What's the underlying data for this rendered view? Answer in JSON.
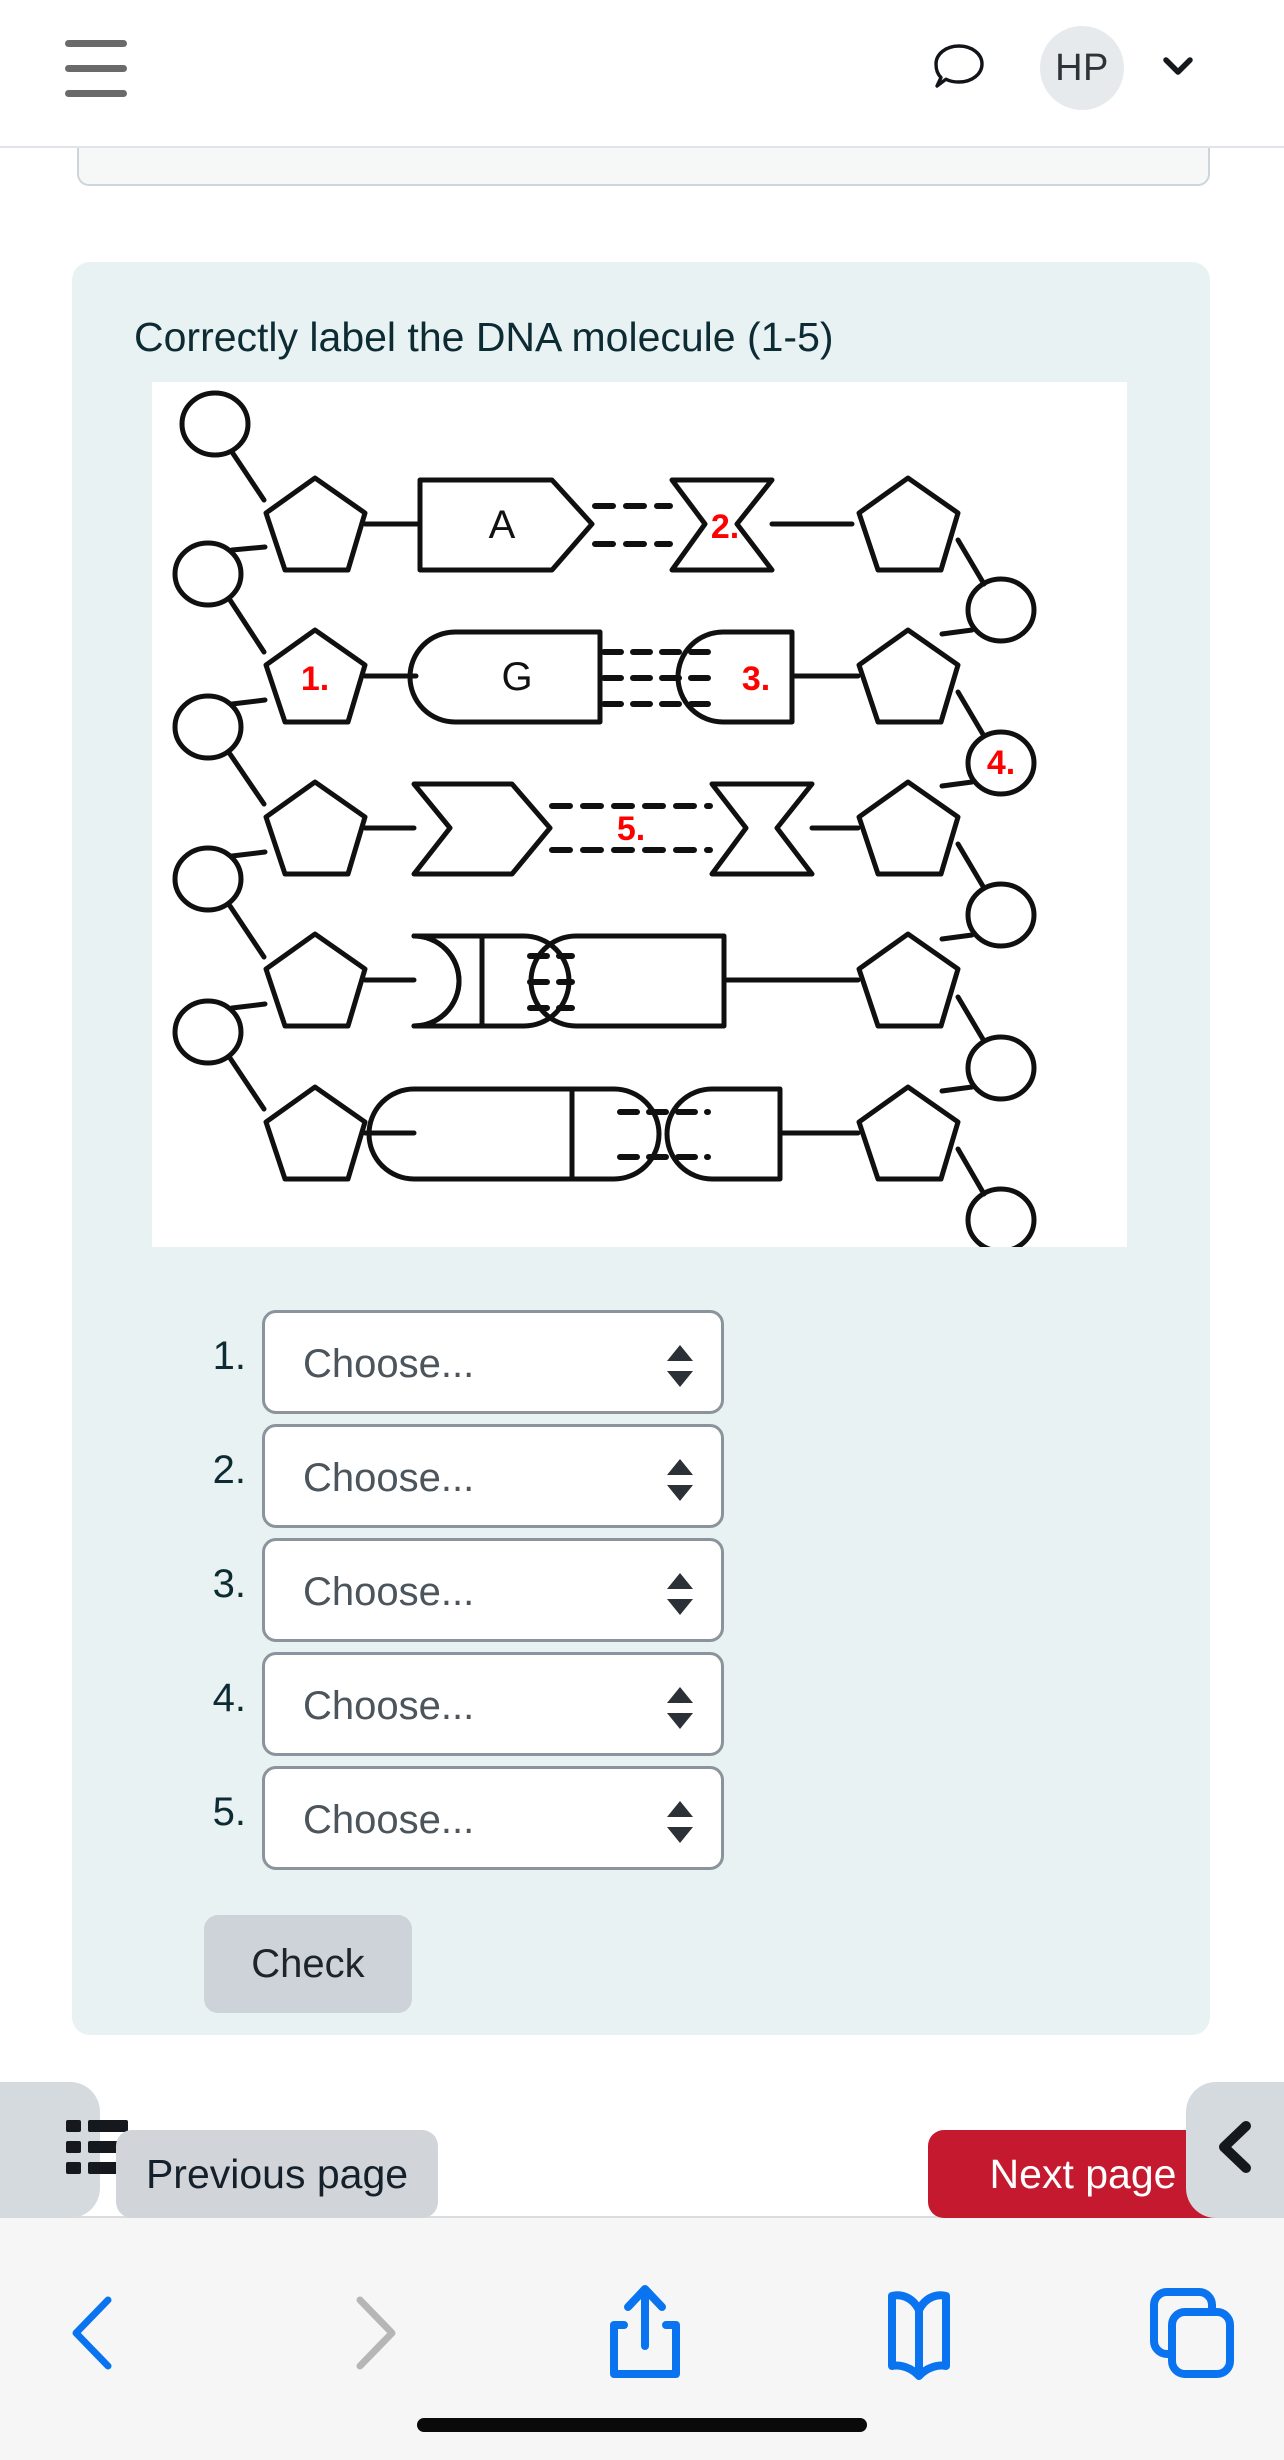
{
  "header": {
    "menu_icon": "hamburger-menu-icon",
    "chat_icon": "chat-bubble-icon",
    "avatar_initials": "HP",
    "account_chevron_icon": "chevron-down-icon"
  },
  "question": {
    "title": "Correctly label the DNA molecule (1-5)",
    "card_bg": "#e8f2f3"
  },
  "diagram": {
    "caption": "DNA molecule double helix ladder diagram",
    "label_color": "#ff0000",
    "bases_shown": [
      "A",
      "G"
    ],
    "markers": [
      {
        "id": "1.",
        "attached_to": "deoxyribose-sugar-pentagon"
      },
      {
        "id": "2.",
        "attached_to": "nitrogen-base-right-strand"
      },
      {
        "id": "3.",
        "attached_to": "nitrogen-base-cytosine-right"
      },
      {
        "id": "4.",
        "attached_to": "phosphate-group-circle"
      },
      {
        "id": "5.",
        "attached_to": "hydrogen-bonds-between-bases"
      }
    ],
    "base_labels": [
      {
        "text": "A",
        "row": 1,
        "side": "left"
      },
      {
        "text": "G",
        "row": 2,
        "side": "left"
      }
    ]
  },
  "answers": {
    "placeholder": "Choose...",
    "stepper_icon": "up-down-triangle-icon",
    "rows": [
      {
        "number": "1.",
        "value": "Choose..."
      },
      {
        "number": "2.",
        "value": "Choose..."
      },
      {
        "number": "3.",
        "value": "Choose..."
      },
      {
        "number": "4.",
        "value": "Choose..."
      },
      {
        "number": "5.",
        "value": "Choose..."
      }
    ]
  },
  "actions": {
    "check_label": "Check"
  },
  "page_nav": {
    "list_icon": "list-view-icon",
    "previous_label": "Previous page",
    "next_label": "Next page",
    "collapse_icon": "chevron-left-icon",
    "next_color": "#c5192f"
  },
  "browser_toolbar": {
    "back_icon": "chevron-left-icon",
    "forward_icon": "chevron-right-icon",
    "share_icon": "share-up-arrow-icon",
    "bookmarks_icon": "open-book-icon",
    "tabs_icon": "copy-tabs-icon",
    "accent_color": "#0a74f0",
    "disabled_color": "#b6b6b6"
  }
}
